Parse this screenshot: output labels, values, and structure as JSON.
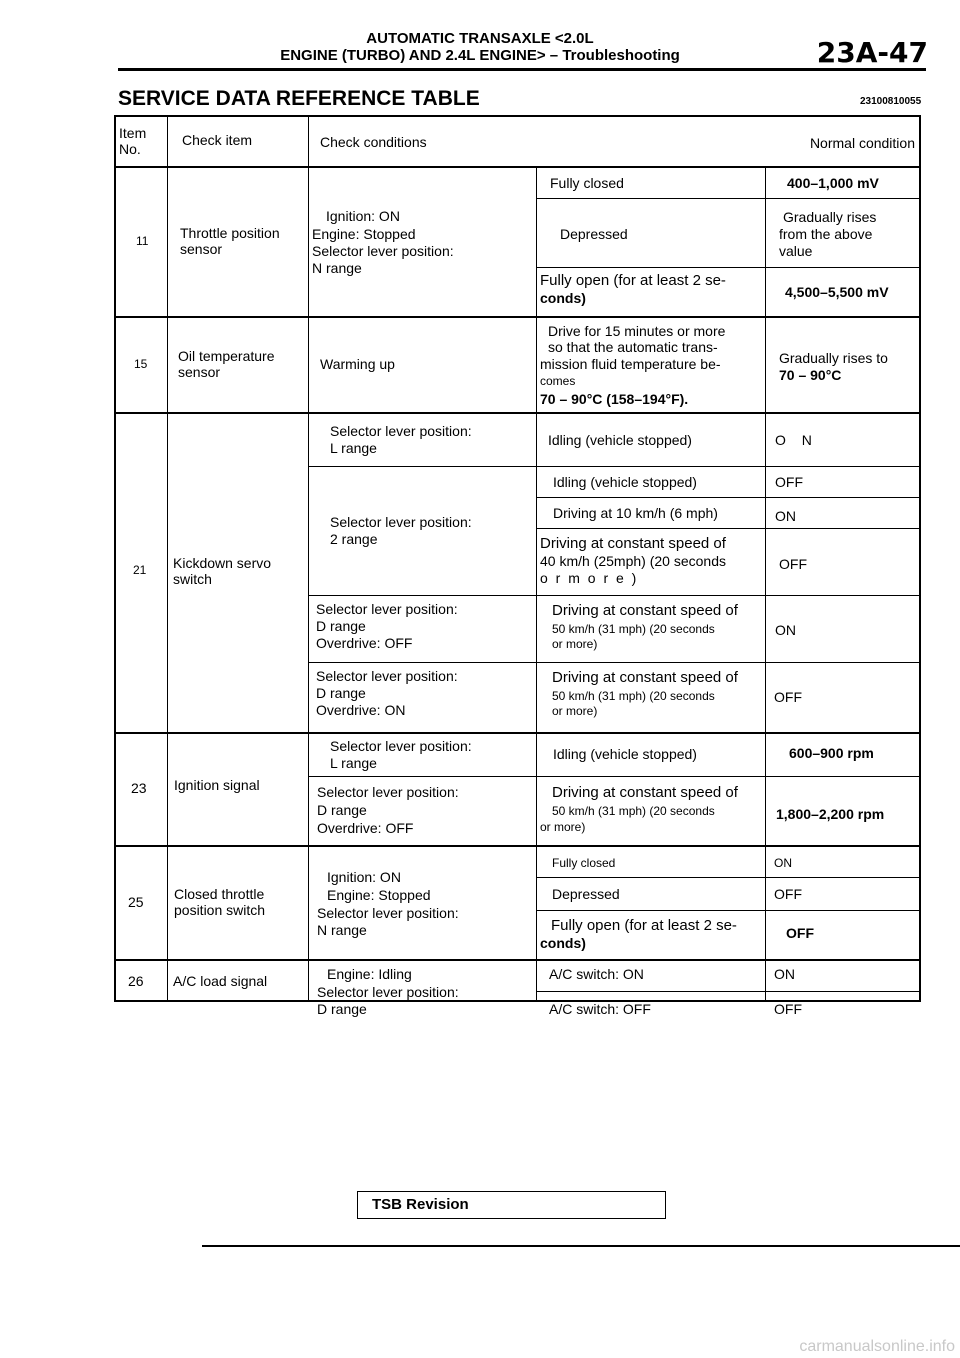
{
  "header": {
    "line1": "AUTOMATIC TRANSAXLE <2.0L",
    "line2": "ENGINE (TURBO) AND 2.4L ENGINE> – Troubleshooting",
    "page_number": "23A-47"
  },
  "title": "SERVICE DATA REFERENCE TABLE",
  "doc_id": "23100810055",
  "table": {
    "headers": {
      "item_no": "Item No.",
      "check_item": "Check item",
      "check_conditions": "Check conditions",
      "normal_condition": "Normal condition"
    },
    "r11": {
      "no": "11",
      "item": "Throttle position sensor",
      "cond_1": "Ignition: ON",
      "cond_2": "Engine: Stopped",
      "cond_3": "Selector lever position:",
      "cond_4": "N range",
      "sub1": "Fully closed",
      "val1": "400–1,000 mV",
      "sub2": "Depressed",
      "val2_1": "Gradually rises",
      "val2_2": "from the above",
      "val2_3": "value",
      "sub3_1": "Fully open (for at least 2 se-",
      "sub3_2": "conds)",
      "val3": "4,500–5,500 mV"
    },
    "r15": {
      "no": "15",
      "item": "Oil temperature sensor",
      "cond": "Warming up",
      "sub_1": "Drive for 15 minutes or more",
      "sub_2": "so that the automatic trans-",
      "sub_3": "mission fluid temperature be-",
      "sub_4": "comes",
      "sub_5": "70 – 90°C (158–194°F).",
      "val_1": "Gradually rises to",
      "val_2": "70 – 90°C"
    },
    "r21": {
      "no": "21",
      "item": "Kickdown servo switch",
      "a_cond_1": "Selector lever position:",
      "a_cond_2": "L range",
      "a_sub": "Idling (vehicle stopped)",
      "a_val": "O N",
      "b_cond_1": "Selector lever position:",
      "b_cond_2": "2 range",
      "b1_sub": "Idling (vehicle stopped)",
      "b1_val": "OFF",
      "b2_sub": "Driving at 10 km/h (6 mph)",
      "b2_val": "ON",
      "b3_sub_1": "Driving at constant speed of",
      "b3_sub_2": "40 km/h (25mph) (20 seconds",
      "b3_sub_3": "o r m o r e )",
      "b3_val": "OFF",
      "c_cond_1": "Selector lever position:",
      "c_cond_2": "D range",
      "c_cond_3": "Overdrive: OFF",
      "c_sub_1": "Driving at constant speed of",
      "c_sub_2": "50 km/h (31 mph) (20 seconds",
      "c_sub_3": "or more)",
      "c_val": "ON",
      "d_cond_1": "Selector lever position:",
      "d_cond_2": "D range",
      "d_cond_3": "Overdrive: ON",
      "d_sub_1": "Driving at constant speed of",
      "d_sub_2": "50 km/h (31 mph) (20 seconds",
      "d_sub_3": "or more)",
      "d_val": "OFF"
    },
    "r23": {
      "no": "23",
      "item": "Ignition signal",
      "a_cond_1": "Selector lever position:",
      "a_cond_2": "L range",
      "a_sub": "Idling (vehicle stopped)",
      "a_val": "600–900 rpm",
      "b_cond_1": "Selector lever position:",
      "b_cond_2": "D range",
      "b_cond_3": "Overdrive: OFF",
      "b_sub_1": "Driving at constant speed of",
      "b_sub_2": "50 km/h (31 mph) (20 seconds",
      "b_sub_3": "or more)",
      "b_val": "1,800–2,200 rpm"
    },
    "r25": {
      "no": "25",
      "item": "Closed throttle position switch",
      "cond_1": "Ignition: ON",
      "cond_2": "Engine: Stopped",
      "cond_3": "Selector lever position:",
      "cond_4": "N range",
      "sub1": "Fully closed",
      "val1": "ON",
      "sub2": "Depressed",
      "val2": "OFF",
      "sub3_1": "Fully open (for at least 2 se-",
      "sub3_2": "conds)",
      "val3": "OFF"
    },
    "r26": {
      "no": "26",
      "item": "A/C load signal",
      "cond_1": "Engine: Idling",
      "cond_2": "Selector lever position:",
      "cond_3": "D range",
      "sub1": "A/C switch: ON",
      "val1": "ON",
      "sub2": "A/C switch: OFF",
      "val2": "OFF"
    }
  },
  "footer": {
    "tsb_revision": "TSB Revision"
  },
  "watermark": "carmanualsonline.info"
}
